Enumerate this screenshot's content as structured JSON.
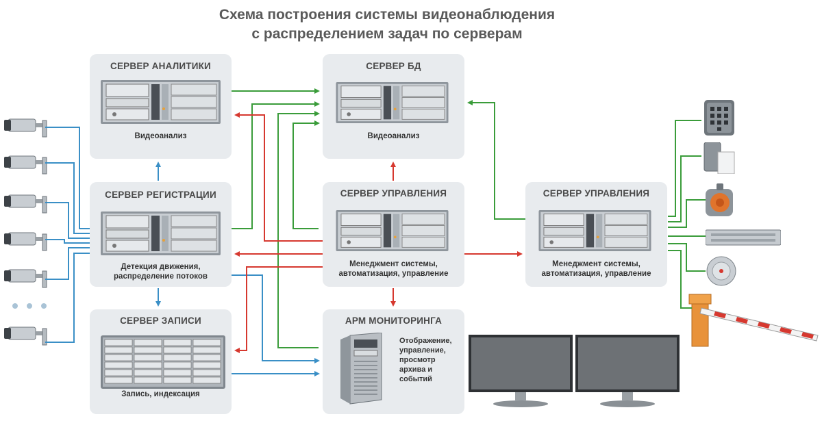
{
  "title": {
    "line1": "Схема построения системы видеонаблюдения",
    "line2": "с распределением задач по серверам"
  },
  "nodes": {
    "analytics": {
      "title": "СЕРВЕР АНАЛИТИКИ",
      "sub": "Видеоанализ"
    },
    "db": {
      "title": "СЕРВЕР БД",
      "sub": "Видеоанализ"
    },
    "registration": {
      "title": "СЕРВЕР РЕГИСТРАЦИИ",
      "sub1": "Детекция движения,",
      "sub2": "распределение потоков"
    },
    "control_main": {
      "title": "СЕРВЕР УПРАВЛЕНИЯ",
      "sub1": "Менеджмент системы,",
      "sub2": "автоматизация, управление"
    },
    "control_access": {
      "title": "СЕРВЕР УПРАВЛЕНИЯ",
      "sub1": "Менеджмент системы,",
      "sub2": "автоматизация, управление"
    },
    "recording": {
      "title": "СЕРВЕР ЗАПИСИ",
      "sub": "Запись, индексация"
    },
    "arm": {
      "title": "АРМ МОНИТОРИНГА",
      "lines": [
        "Отображение,",
        "управление,",
        "просмотр",
        "архива и",
        "событий"
      ]
    }
  },
  "colors": {
    "green": "#3a9c3a",
    "red": "#d6382f",
    "blue": "#3a8fc6",
    "box": "#e8ebee"
  }
}
